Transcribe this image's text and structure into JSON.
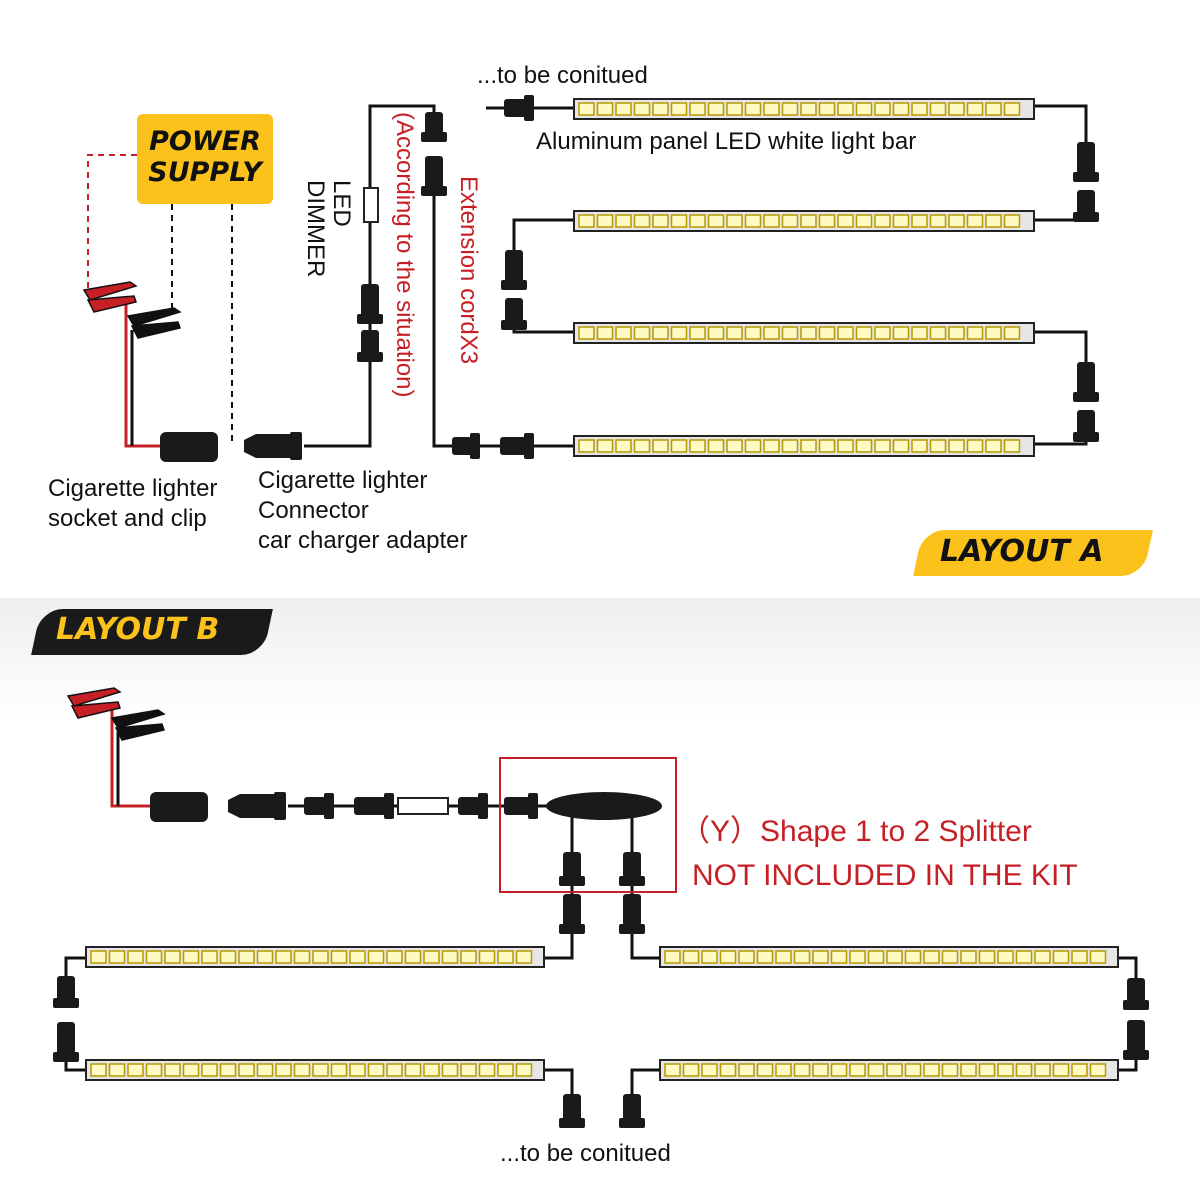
{
  "power_supply": {
    "line1": "POWER",
    "line2": "SUPPLY"
  },
  "labels": {
    "continue_top": "...to be conitued",
    "light_bar": "Aluminum panel LED white light bar",
    "led_dimmer_1": "LED",
    "led_dimmer_2": "DIMMER",
    "according_line1": "(According to the situation)",
    "extension_cord": "Extension cordX3",
    "socket_line1": "Cigarette lighter",
    "socket_line2": "socket and clip",
    "connector_line1": "Cigarette lighter",
    "connector_line2": "Connector",
    "connector_line3": "car charger adapter",
    "splitter_line1": "（Y）Shape 1 to 2 Splitter",
    "splitter_line2": "NOT INCLUDED IN THE KIT",
    "continue_bottom": "...to be conitued"
  },
  "layout_a": "LAYOUT A",
  "layout_b": "LAYOUT B",
  "colors": {
    "yellow": "#fbc21b",
    "red": "#c62026",
    "dark": "#1a1a1a",
    "led": "#fff9c4",
    "section_bg": "#f2f2f2"
  }
}
